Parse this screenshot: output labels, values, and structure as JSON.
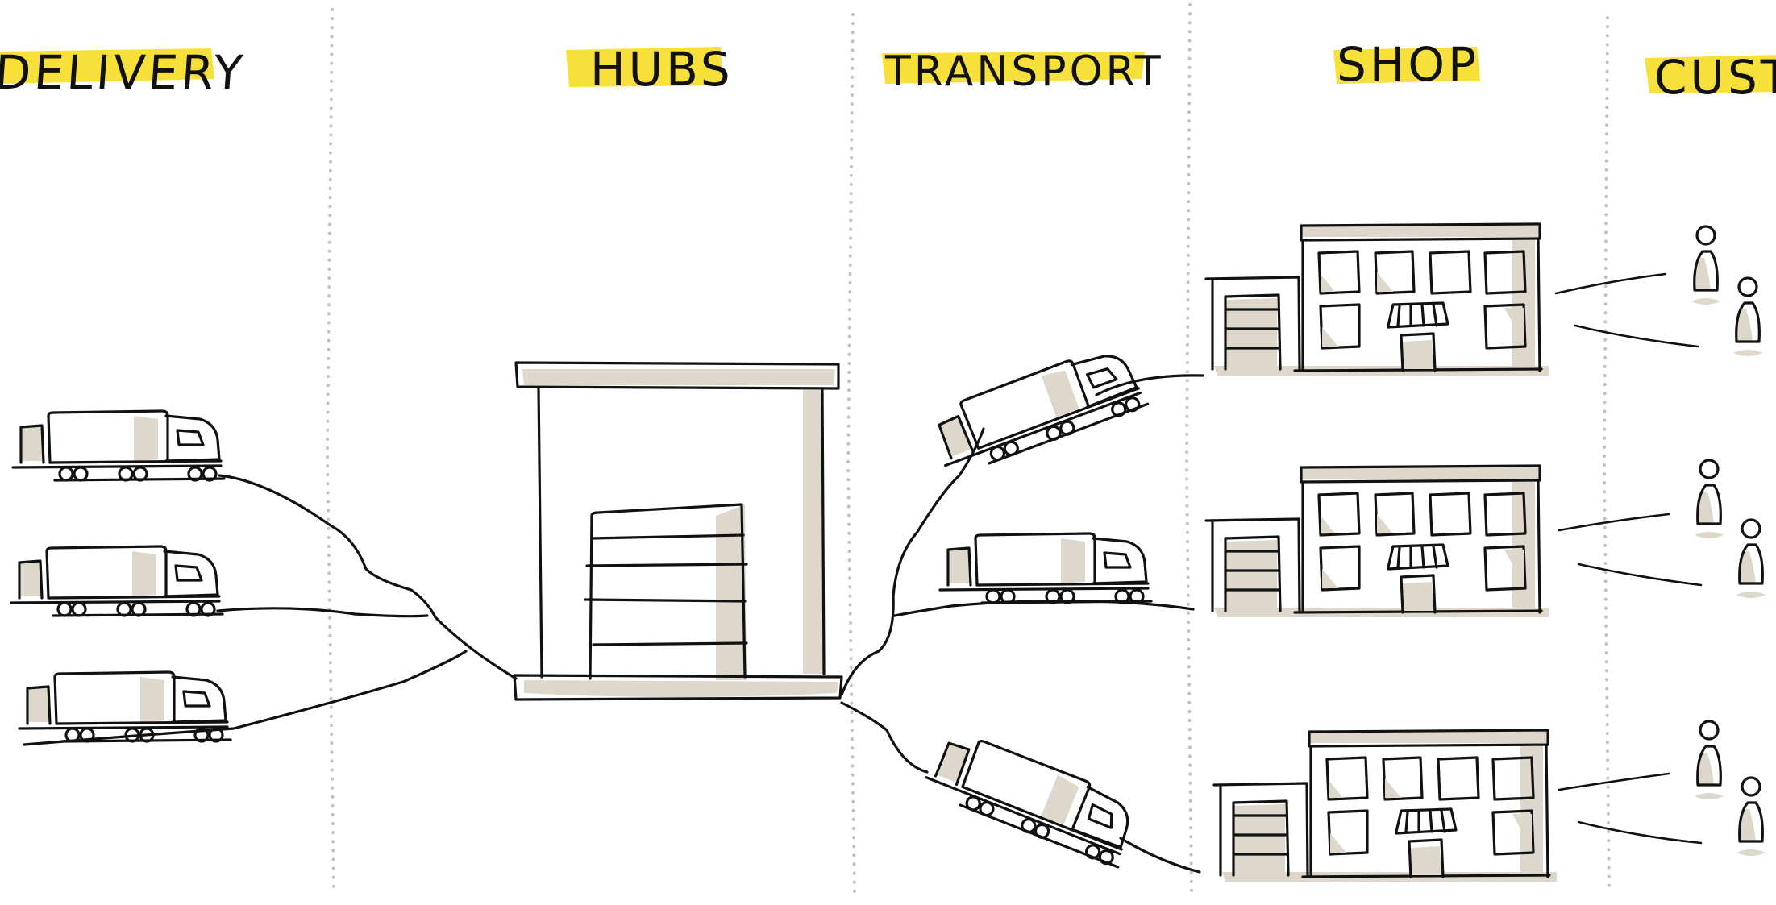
{
  "columns": [
    {
      "id": "delivery",
      "label": "DELIVERY"
    },
    {
      "id": "hubs",
      "label": "HUBS"
    },
    {
      "id": "transport",
      "label": "TRANSPORT"
    },
    {
      "id": "shop",
      "label": "SHOP"
    },
    {
      "id": "customers",
      "label": "CUSTO"
    }
  ],
  "highlight_color": "#f7e03a",
  "shade_color": "#ddd8cb",
  "divider_color": "#b9c4cc",
  "ink_color": "#111111"
}
